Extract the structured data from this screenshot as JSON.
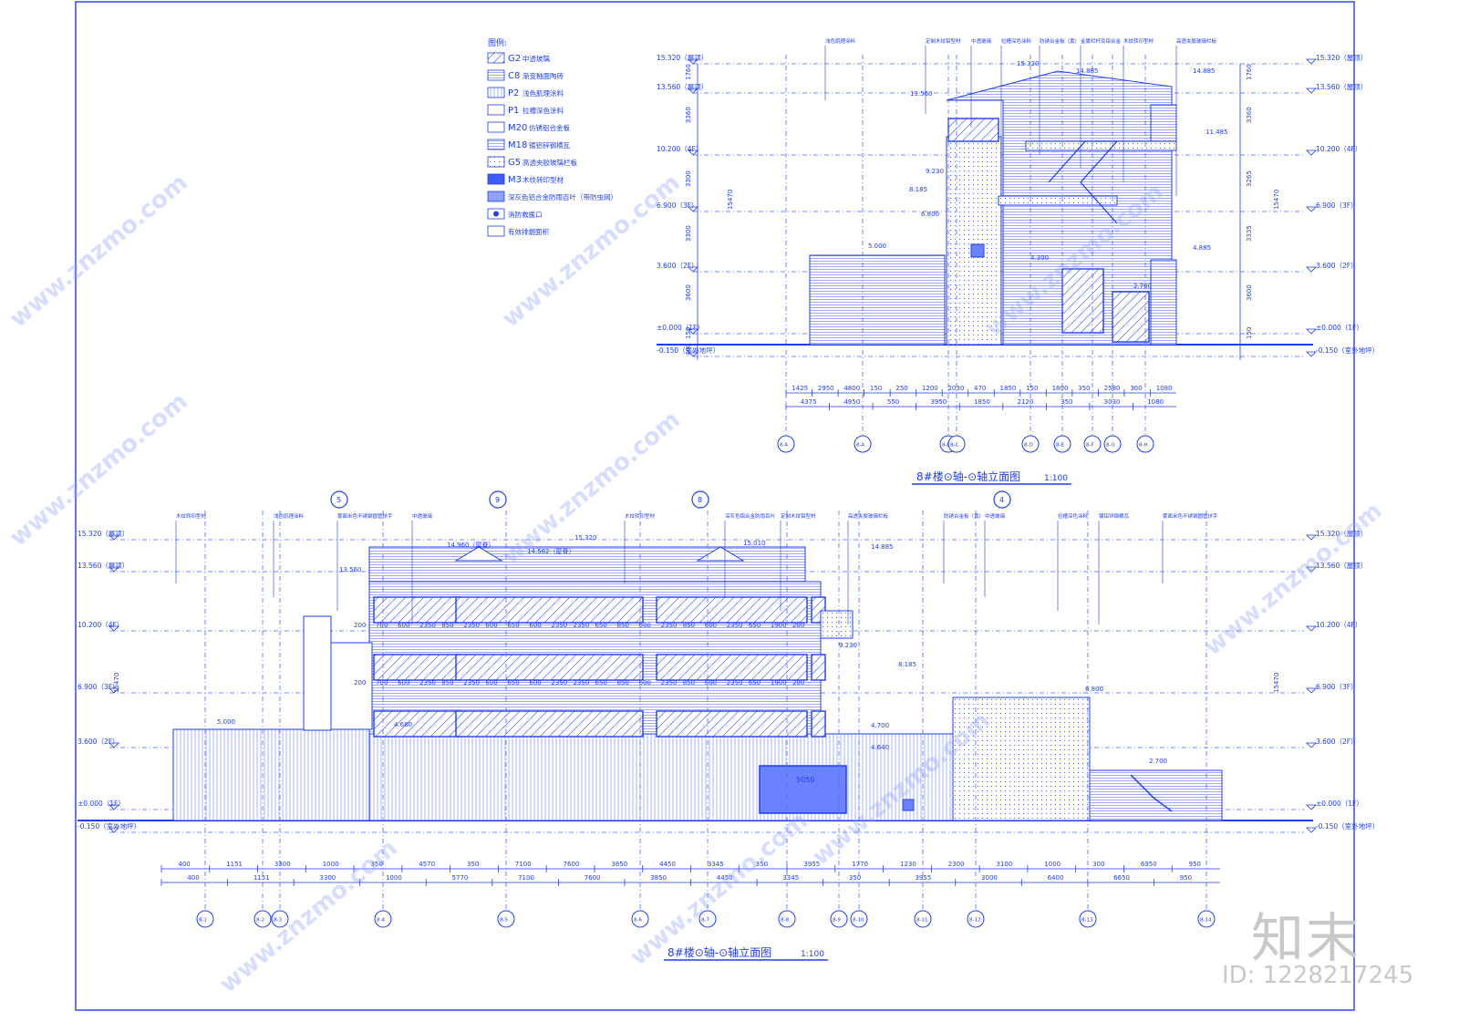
{
  "legend": {
    "title": "图例:",
    "items": [
      {
        "code": "G2",
        "text": "中透玻璃"
      },
      {
        "code": "C8",
        "text": "渐变釉面陶砖"
      },
      {
        "code": "P2",
        "text": "浅色肌理涂料"
      },
      {
        "code": "P1",
        "text": "拉槽深色涂料"
      },
      {
        "code": "M20",
        "text": "仿锈铝合金板"
      },
      {
        "code": "M18",
        "text": "镀铝锌钢横瓦"
      },
      {
        "code": "G5",
        "text": "高透夹胶玻璃栏板"
      },
      {
        "code": "M3",
        "text": "木纹转印型材"
      },
      {
        "code": "",
        "text": "深灰色铝合金防雨百叶（带防虫网）"
      },
      {
        "code": "",
        "text": "消防救援口"
      },
      {
        "code": "",
        "text": "有效排烟面积"
      }
    ]
  },
  "top_elevation": {
    "title": "8#楼⊙轴-⊙轴立面图",
    "scale": "1:100",
    "levels_left": [
      "15.320（屋顶）",
      "13.560（屋顶）",
      "10.200（4F）",
      "6.900（3F）",
      "3.600（2F）",
      "±0.000（1F）",
      "-0.150（室外地坪）"
    ],
    "levels_right": [
      "15.320（屋顶）",
      "13.560（屋顶）",
      "10.200（4F）",
      "6.900（3F）",
      "3.600（2F）",
      "±0.000（1F）",
      "-0.150（室外地坪）"
    ],
    "callouts": [
      "浅色肌理涂料",
      "定制木纹铝型材",
      "中透玻璃",
      "拉槽深色涂料",
      "防锈合金板（黄）",
      "金属栏杆及铝合金",
      "木纹转印型材",
      "高透夹胶玻璃栏板"
    ],
    "spot_levels": [
      "15.320",
      "14.885",
      "14.885",
      "13.560",
      "11.485",
      "9.230",
      "8.185",
      "6.800",
      "5.000",
      "4.300",
      "4.885",
      "2.700"
    ],
    "dims_row1": [
      "1425",
      "2950",
      "4800",
      "150",
      "250",
      "1200",
      "2030",
      "470",
      "1850",
      "150",
      "1800",
      "350",
      "2580",
      "300",
      "1080"
    ],
    "dims_row2": [
      "4375",
      "4950",
      "550",
      "3950",
      "1850",
      "2120",
      "350",
      "3030",
      "1080"
    ],
    "axes": [
      "8-A",
      "8-A",
      "8-B",
      "8-C",
      "8-D",
      "8-E",
      "8-F",
      "8-G",
      "8-H"
    ],
    "vdims_left": [
      "1760",
      "3360",
      "3300",
      "3300",
      "3600",
      "150",
      "400"
    ],
    "vdims_right": [
      "1760",
      "3360",
      "3265",
      "3335",
      "3600",
      "150"
    ],
    "total": "15470"
  },
  "bottom_elevation": {
    "title": "8#楼⊙轴-⊙轴立面图",
    "scale": "1:100",
    "levels_left": [
      "15.320（屋顶）",
      "13.560（屋顶）",
      "10.200（4F）",
      "6.900（3F）",
      "3.600（2F）",
      "±0.000（1F）",
      "-0.150（室外地坪）"
    ],
    "levels_right": [
      "15.320（屋顶）",
      "13.560（屋顶）",
      "10.200（4F）",
      "6.900（3F）",
      "3.600（2F）",
      "±0.000（1F）",
      "-0.150（室外地坪）"
    ],
    "callouts": [
      "木纹转印型材",
      "浅色肌理涂料",
      "雾面米色不锈钢圆管扶手",
      "中透玻璃",
      "木纹转印型材",
      "深灰色铝合金防雨百叶",
      "定制木纹铝型材",
      "高透夹胶玻璃栏板",
      "防锈合金板（黄）",
      "中透玻璃",
      "拉槽深色涂料",
      "镀铝锌钢横瓦",
      "雾面米色不锈钢圆管扶手"
    ],
    "spot_levels": [
      "14.960（屋脊）",
      "14.582（屋脊）",
      "15.320",
      "15.010",
      "14.885",
      "13.560",
      "9.230",
      "8.185",
      "6.800",
      "5.000",
      "4.680",
      "4.700",
      "4.640",
      "2.700"
    ],
    "window_dims": [
      "200",
      "700",
      "600",
      "2350",
      "850",
      "2350",
      "600",
      "650",
      "600",
      "2350",
      "2350",
      "650",
      "850",
      "600",
      "2350",
      "850",
      "600",
      "2350",
      "650",
      "1900",
      "200"
    ],
    "dims_row1": [
      "400",
      "1151",
      "3300",
      "1000",
      "350",
      "4570",
      "350",
      "7100",
      "7600",
      "3850",
      "4450",
      "3345",
      "350",
      "3955",
      "1770",
      "1230",
      "2300",
      "3100",
      "1000",
      "300",
      "6350",
      "950"
    ],
    "dims_row2": [
      "400",
      "1151",
      "3300",
      "1000",
      "5770",
      "7100",
      "7600",
      "3850",
      "4450",
      "3345",
      "350",
      "3955",
      "3000",
      "6400",
      "6650",
      "950"
    ],
    "axes": [
      "8-1",
      "8-2",
      "8-3",
      "8-4",
      "8-5",
      "8-6",
      "8-7",
      "8-8",
      "8-9",
      "8-10",
      "8-11",
      "8-12",
      "8-13",
      "8-14"
    ],
    "axis_bubbles_top": [
      "5",
      "9",
      "8",
      "4"
    ],
    "garage_label": "5050",
    "total": "15470"
  },
  "watermark": {
    "brand": "知末",
    "id": "ID: 1228217245",
    "site": "www.znzmo.com"
  }
}
